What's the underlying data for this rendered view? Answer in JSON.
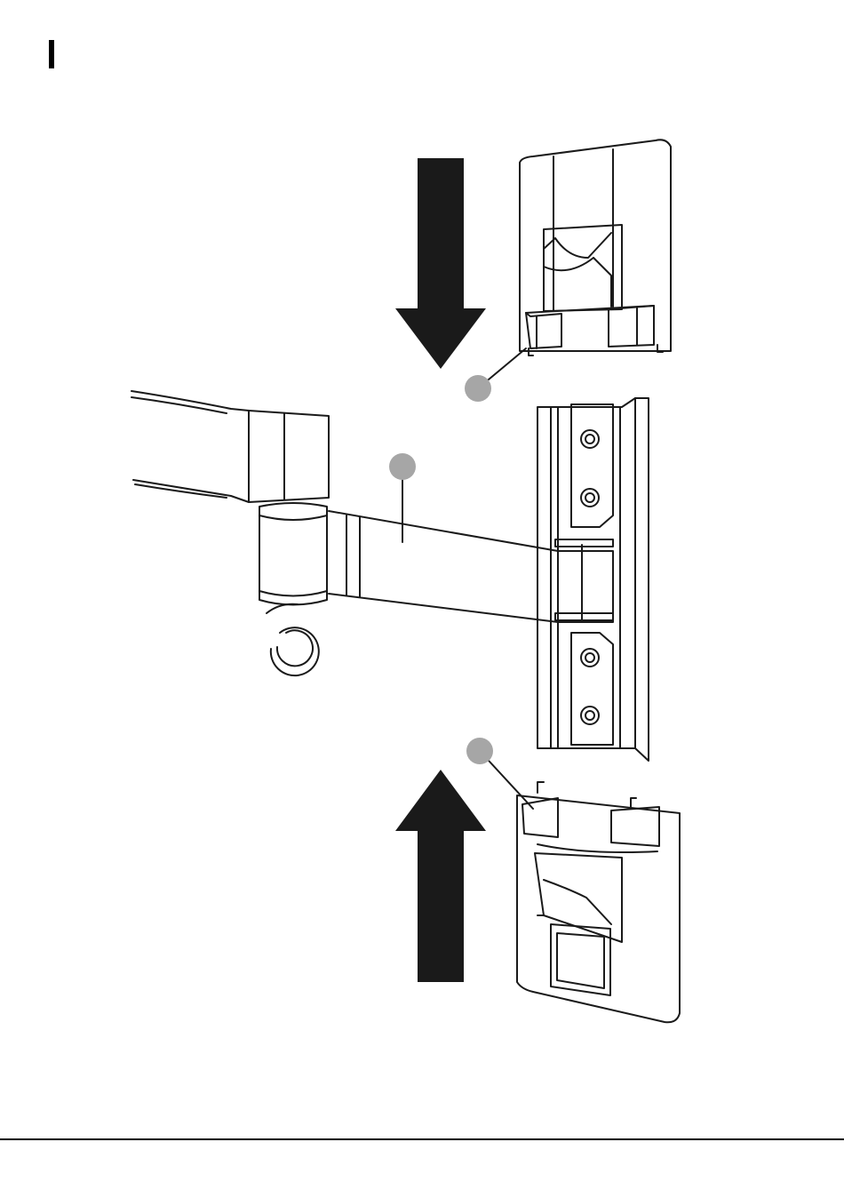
{
  "diagram": {
    "callout_color": "#a6a6a6",
    "arrow_color": "#1a1a1a",
    "line_color": "#1a1a1a",
    "arrows": [
      {
        "id": "down",
        "direction": "down"
      },
      {
        "id": "up",
        "direction": "up"
      }
    ],
    "callouts": [
      "cap-top-callout",
      "arm-callout",
      "cap-bottom-callout"
    ]
  }
}
